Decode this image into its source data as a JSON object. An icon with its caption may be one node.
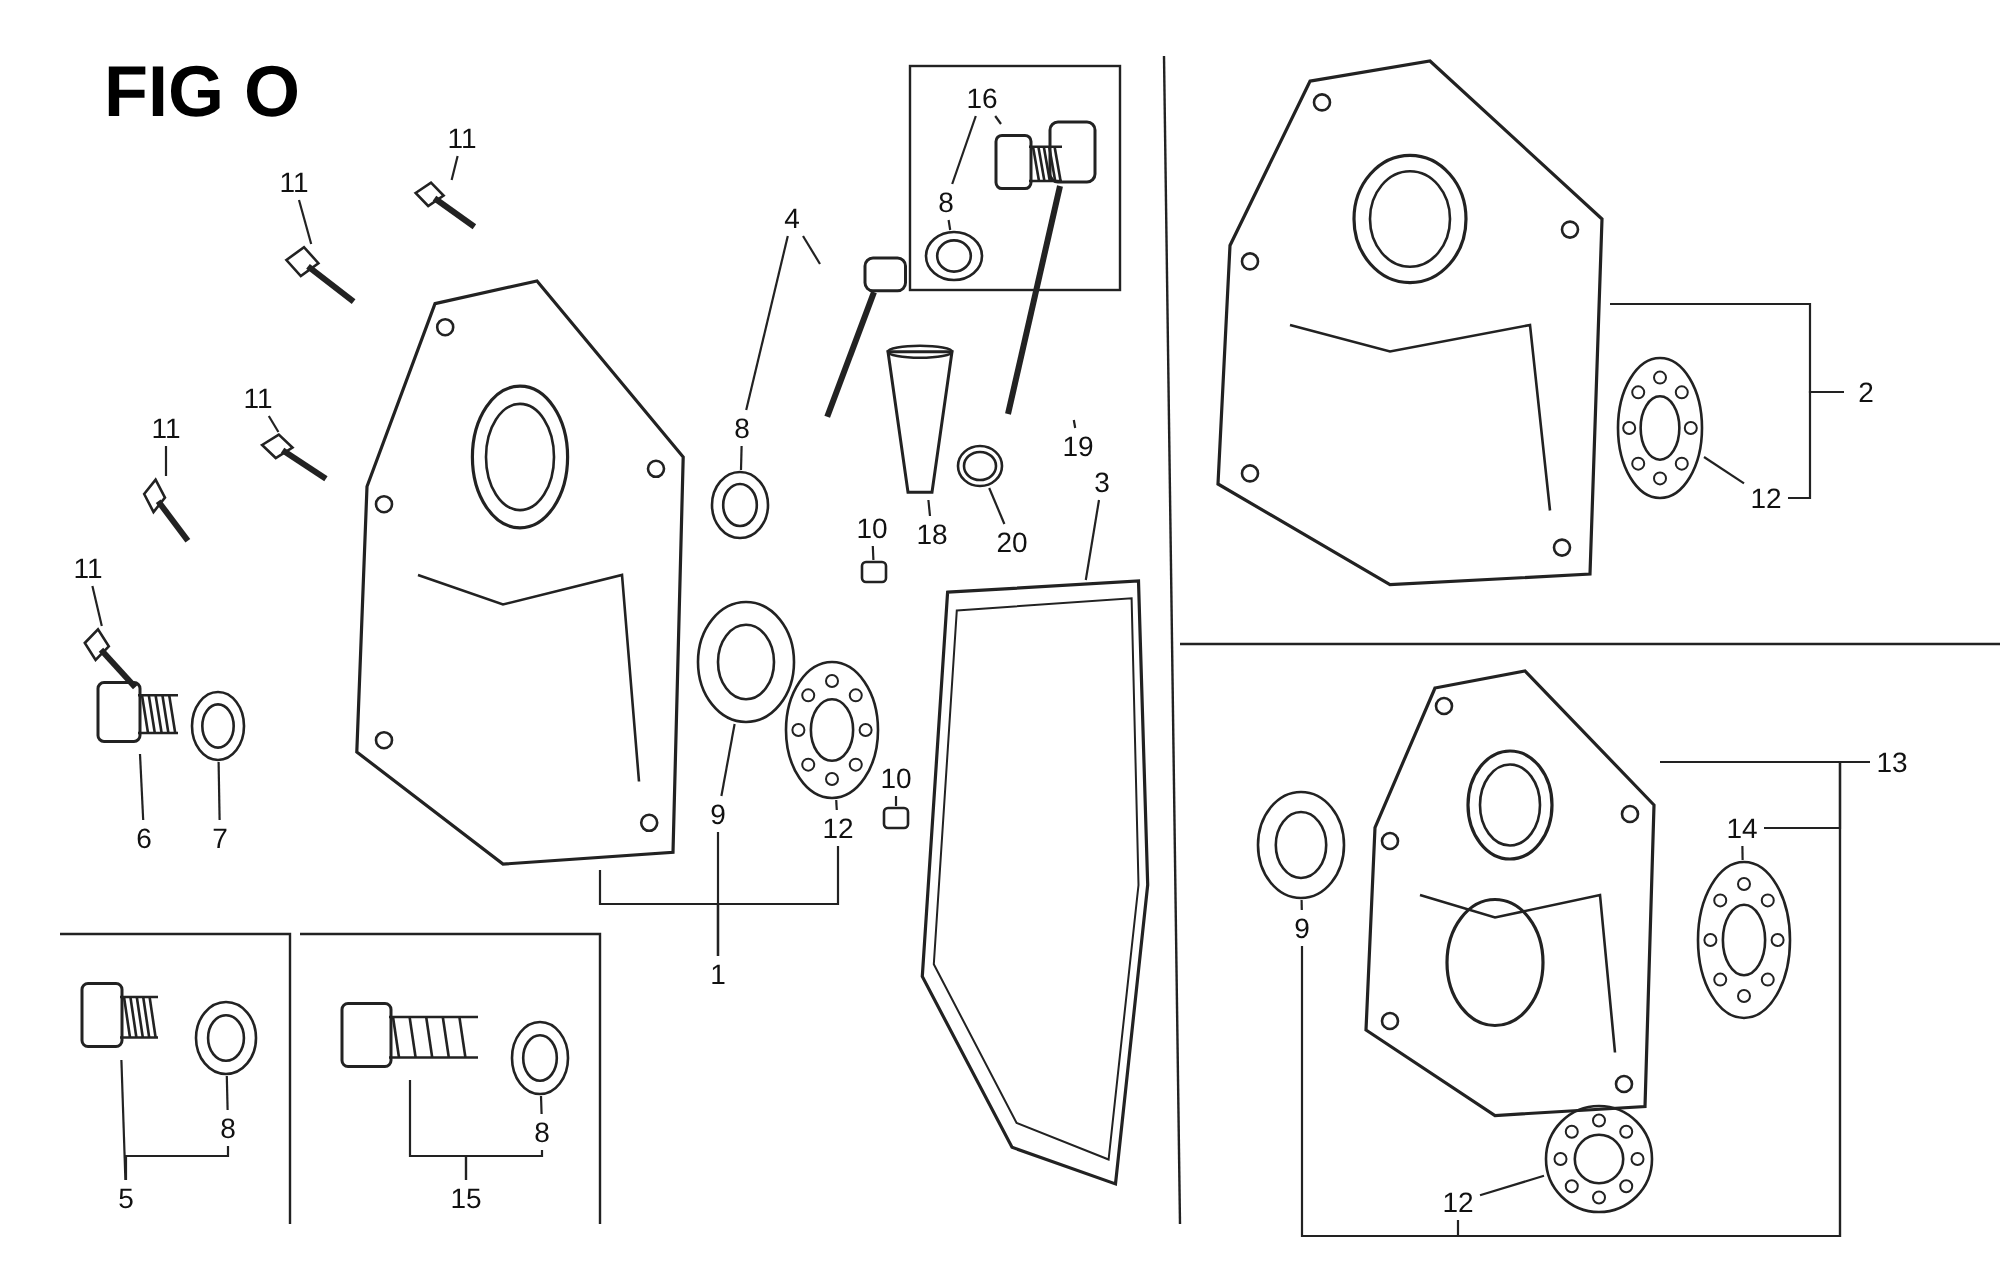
{
  "diagram": {
    "title": "FIG O",
    "nodes": [
      {
        "text": [
          "11"
        ]
      },
      {
        "text": [],
        "shape": "picture"
      },
      {
        "text": [
          "11"
        ]
      },
      {
        "text": [],
        "shape": "picture"
      },
      {
        "text": [
          "11"
        ]
      },
      {
        "text": [],
        "shape": "picture"
      },
      {
        "text": [
          "11"
        ]
      },
      {
        "text": [],
        "shape": "picture"
      },
      {
        "text": [
          "11"
        ]
      },
      {
        "text": [],
        "shape": "picture"
      },
      {
        "text": [],
        "shape": "picture"
      },
      {
        "text": [
          "1"
        ]
      },
      {
        "text": [
          "9"
        ]
      },
      {
        "text": [],
        "shape": "picture"
      },
      {
        "text": [
          "12"
        ]
      },
      {
        "text": [],
        "shape": "picture"
      },
      {
        "text": [
          "6"
        ]
      },
      {
        "text": [],
        "shape": "picture"
      },
      {
        "text": [
          "7"
        ]
      },
      {
        "text": [],
        "shape": "picture"
      },
      {
        "text": [
          "4"
        ]
      },
      {
        "text": [],
        "shape": "picture"
      },
      {
        "text": [
          "8"
        ]
      },
      {
        "text": [],
        "shape": "picture"
      },
      {
        "text": [
          "16"
        ]
      },
      {
        "text": [],
        "shape": "picture"
      },
      {
        "text": [
          "8"
        ]
      },
      {
        "text": [],
        "shape": "picture"
      },
      {
        "text": [
          "19"
        ]
      },
      {
        "text": [],
        "shape": "picture"
      },
      {
        "text": [
          "20"
        ]
      },
      {
        "text": [],
        "shape": "picture"
      },
      {
        "text": [
          "18"
        ]
      },
      {
        "text": [],
        "shape": "picture"
      },
      {
        "text": [
          "10"
        ]
      },
      {
        "text": [],
        "shape": "box"
      },
      {
        "text": [
          "10"
        ]
      },
      {
        "text": [],
        "shape": "box"
      },
      {
        "text": [
          "3"
        ]
      },
      {
        "text": [],
        "shape": "picture"
      },
      {
        "text": [
          "5"
        ]
      },
      {
        "text": [],
        "shape": "picture"
      },
      {
        "text": [
          "8"
        ]
      },
      {
        "text": [],
        "shape": "picture"
      },
      {
        "text": [
          "15"
        ]
      },
      {
        "text": [],
        "shape": "picture"
      },
      {
        "text": [
          "8"
        ]
      },
      {
        "text": [],
        "shape": "picture"
      },
      {
        "text": [
          "2"
        ]
      },
      {
        "text": [],
        "shape": "picture"
      },
      {
        "text": [
          "12"
        ]
      },
      {
        "text": [],
        "shape": "picture"
      },
      {
        "text": [
          "13"
        ]
      },
      {
        "text": [],
        "shape": "picture"
      },
      {
        "text": [
          "14"
        ]
      },
      {
        "text": [],
        "shape": "picture"
      },
      {
        "text": [
          "9"
        ]
      },
      {
        "text": [],
        "shape": "picture"
      },
      {
        "text": [
          "12"
        ]
      },
      {
        "text": [],
        "shape": "picture"
      }
    ],
    "edges": [
      {
        "from": 0,
        "to": 1,
        "arrow": "none"
      },
      {
        "from": 2,
        "to": 3,
        "arrow": "none"
      },
      {
        "from": 4,
        "to": 5,
        "arrow": "none"
      },
      {
        "from": 6,
        "to": 7,
        "arrow": "none"
      },
      {
        "from": 8,
        "to": 9,
        "arrow": "none"
      },
      {
        "from": 11,
        "to": 10,
        "arrow": "none"
      },
      {
        "from": 11,
        "to": 12,
        "arrow": "none"
      },
      {
        "from": 11,
        "to": 14,
        "arrow": "none"
      },
      {
        "from": 12,
        "to": 13,
        "arrow": "none"
      },
      {
        "from": 14,
        "to": 15,
        "arrow": "none"
      },
      {
        "from": 16,
        "to": 17,
        "arrow": "none"
      },
      {
        "from": 18,
        "to": 19,
        "arrow": "none"
      },
      {
        "from": 20,
        "to": 21,
        "arrow": "none"
      },
      {
        "from": 20,
        "to": 22,
        "arrow": "none"
      },
      {
        "from": 22,
        "to": 23,
        "arrow": "none"
      },
      {
        "from": 24,
        "to": 25,
        "arrow": "none"
      },
      {
        "from": 24,
        "to": 26,
        "arrow": "none"
      },
      {
        "from": 26,
        "to": 27,
        "arrow": "none"
      },
      {
        "from": 28,
        "to": 29,
        "arrow": "none"
      },
      {
        "from": 30,
        "to": 31,
        "arrow": "none"
      },
      {
        "from": 32,
        "to": 33,
        "arrow": "none"
      },
      {
        "from": 34,
        "to": 35,
        "arrow": "none"
      },
      {
        "from": 36,
        "to": 37,
        "arrow": "none"
      },
      {
        "from": 38,
        "to": 39,
        "arrow": "none"
      },
      {
        "from": 40,
        "to": 41,
        "arrow": "none"
      },
      {
        "from": 40,
        "to": 42,
        "arrow": "none"
      },
      {
        "from": 42,
        "to": 43,
        "arrow": "none"
      },
      {
        "from": 44,
        "to": 45,
        "arrow": "none"
      },
      {
        "from": 44,
        "to": 46,
        "arrow": "none"
      },
      {
        "from": 46,
        "to": 47,
        "arrow": "none"
      },
      {
        "from": 48,
        "to": 49,
        "arrow": "none"
      },
      {
        "from": 48,
        "to": 50,
        "arrow": "none"
      },
      {
        "from": 50,
        "to": 51,
        "arrow": "none"
      },
      {
        "from": 52,
        "to": 53,
        "arrow": "none"
      },
      {
        "from": 52,
        "to": 54,
        "arrow": "none"
      },
      {
        "from": 52,
        "to": 56,
        "arrow": "none"
      },
      {
        "from": 52,
        "to": 58,
        "arrow": "none"
      },
      {
        "from": 54,
        "to": 55,
        "arrow": "none"
      },
      {
        "from": 56,
        "to": 57,
        "arrow": "none"
      },
      {
        "from": 58,
        "to": 59,
        "arrow": "none"
      }
    ]
  }
}
